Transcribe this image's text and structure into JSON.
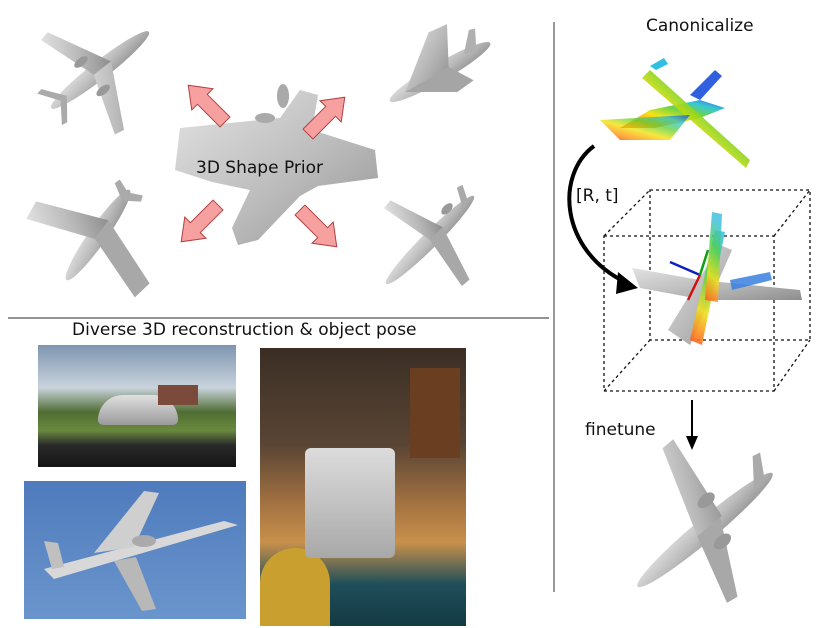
{
  "labels": {
    "shape_prior": "3D Shape Prior",
    "diverse": "Diverse 3D reconstruction & object pose",
    "canonicalize": "Canonicalize",
    "rt": "[R, t]",
    "finetune": "finetune"
  },
  "colors": {
    "arrow_fill": "#f6a0a0",
    "arrow_stroke": "#b04040",
    "plane_gray": "#bdbdbd",
    "divider": "#555555",
    "sky": "#5a86c2"
  }
}
